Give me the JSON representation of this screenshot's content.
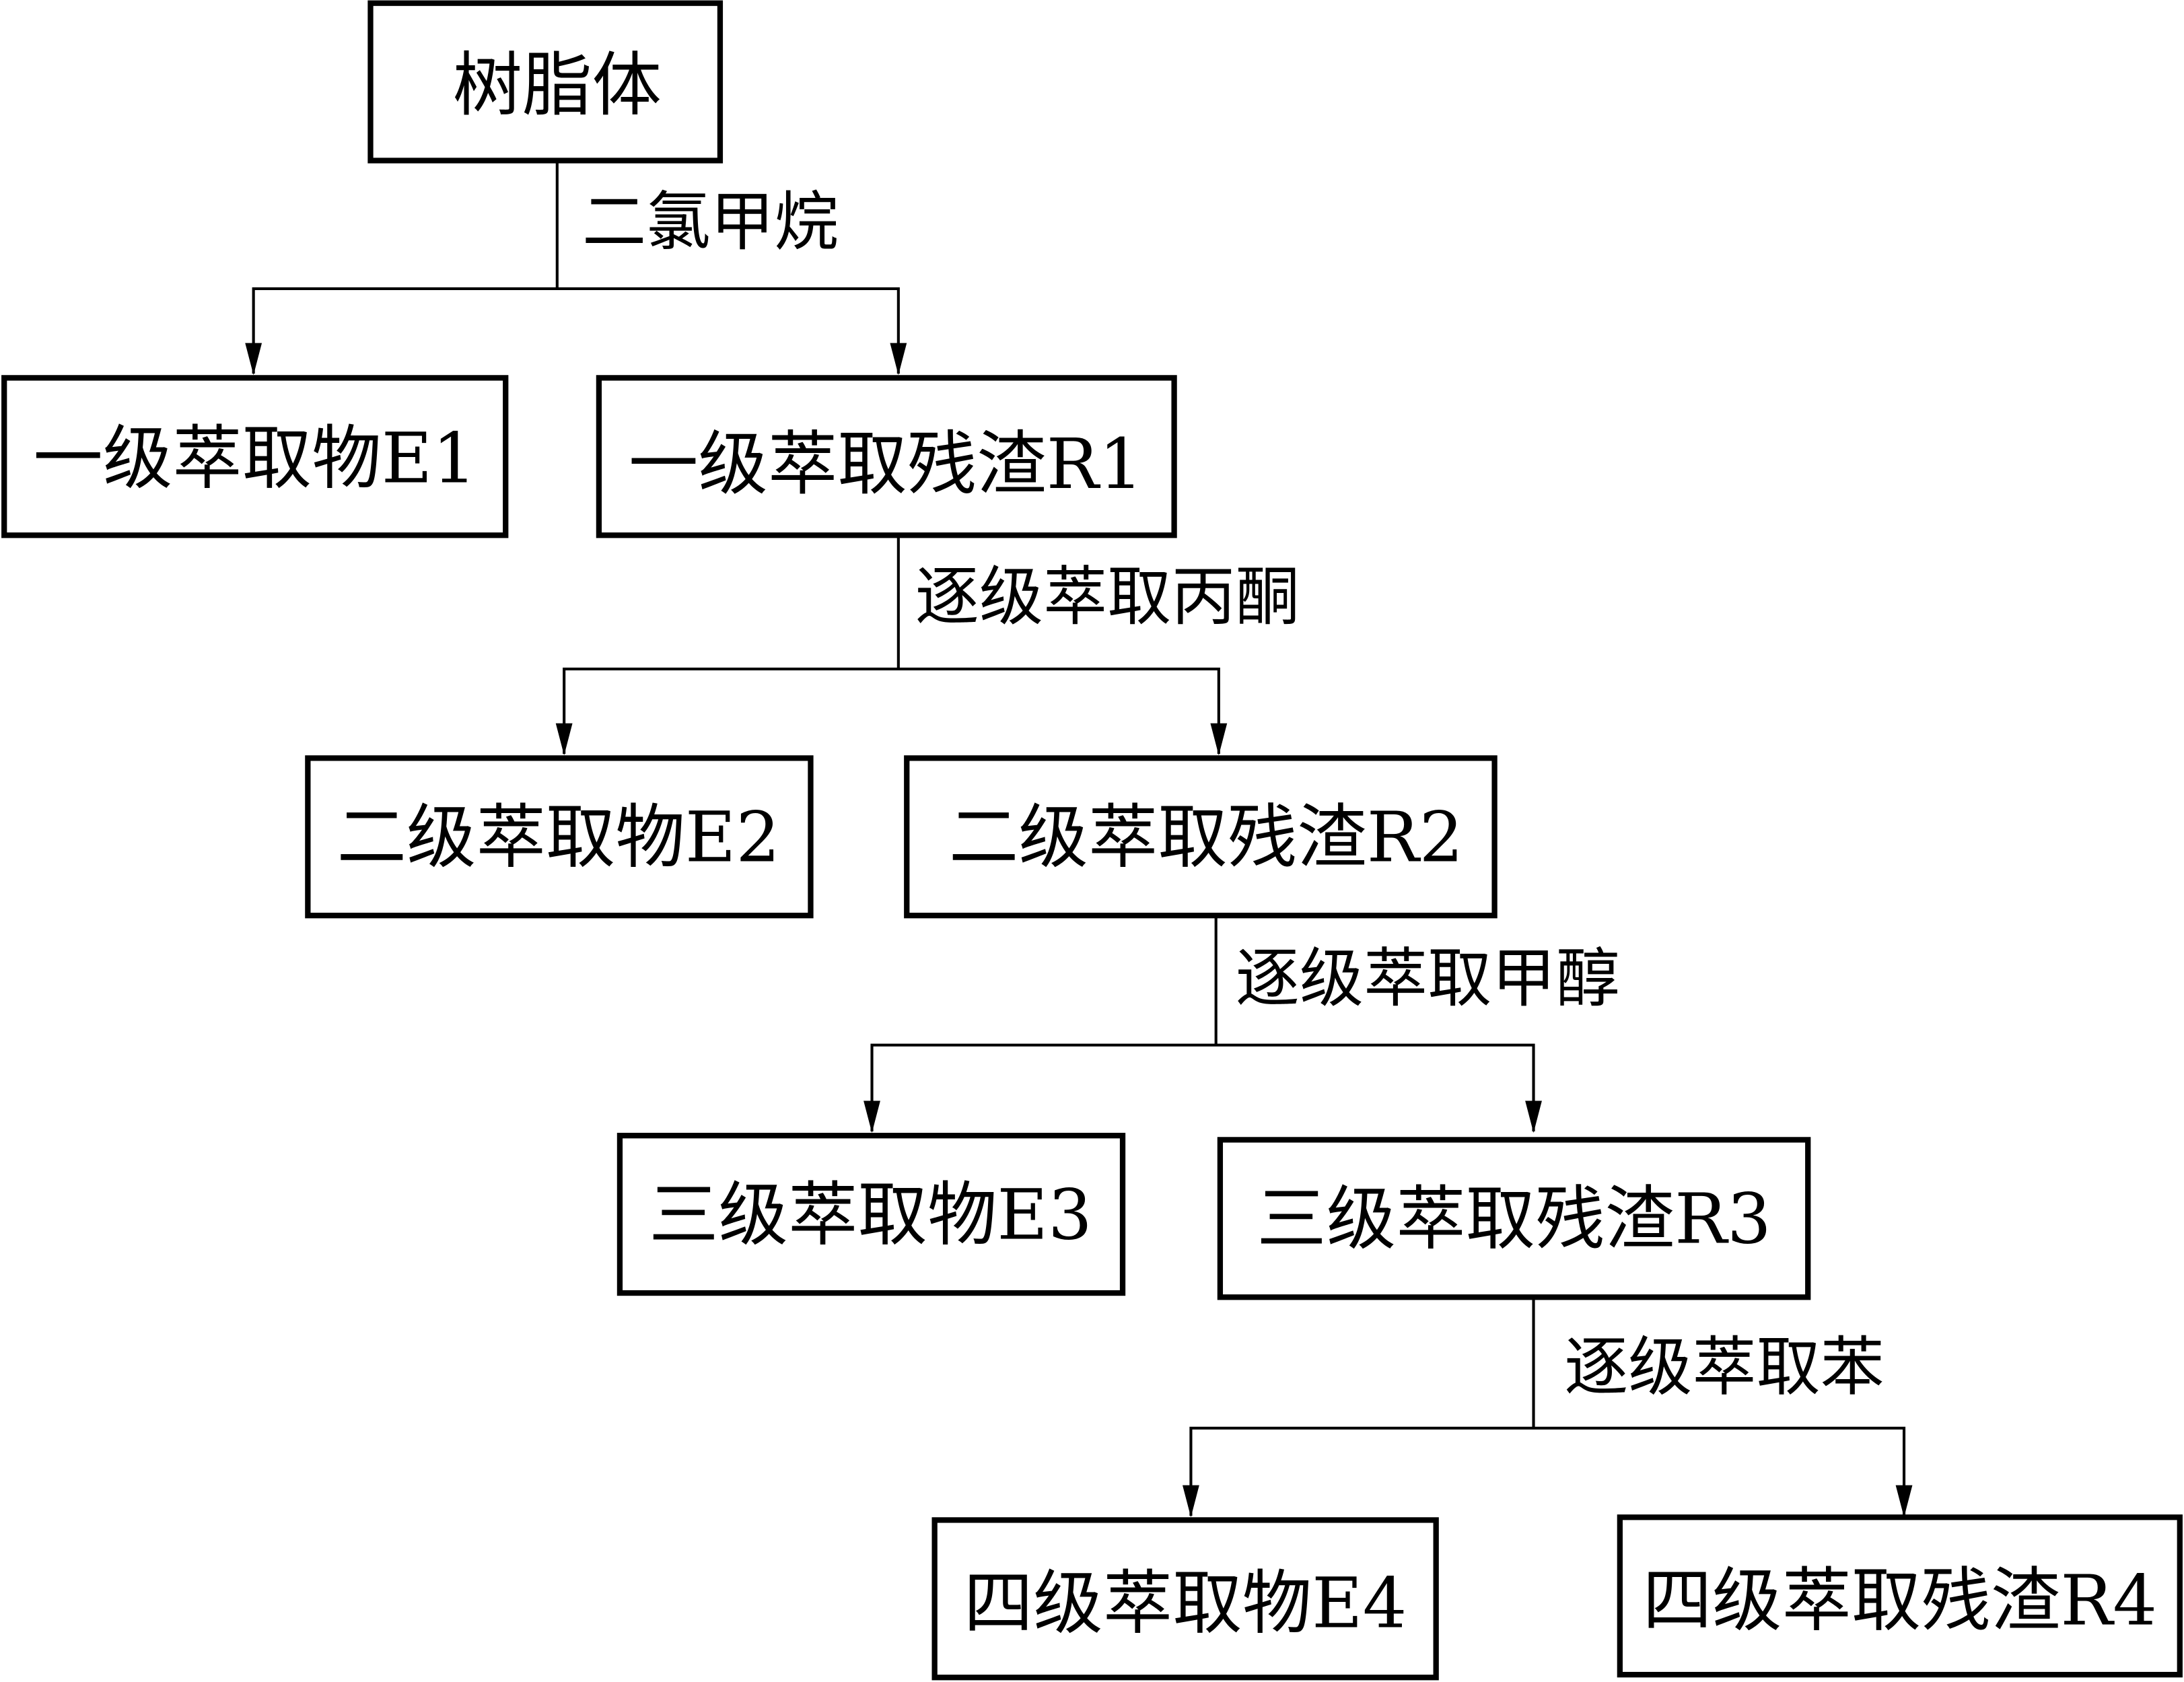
{
  "diagram": {
    "type": "flowchart",
    "nodes": [
      {
        "id": "root",
        "label": "树脂体"
      },
      {
        "id": "E1",
        "label": "一级萃取物E1"
      },
      {
        "id": "R1",
        "label": "一级萃取残渣R1"
      },
      {
        "id": "E2",
        "label": "二级萃取物E2"
      },
      {
        "id": "R2",
        "label": "二级萃取残渣R2"
      },
      {
        "id": "E3",
        "label": "三级萃取物E3"
      },
      {
        "id": "R3",
        "label": "三级萃取残渣R3"
      },
      {
        "id": "E4",
        "label": "四级萃取物E4"
      },
      {
        "id": "R4",
        "label": "四级萃取残渣R4"
      }
    ],
    "edges": [
      {
        "from": "root",
        "to": [
          "E1",
          "R1"
        ],
        "label": "二氯甲烷"
      },
      {
        "from": "R1",
        "to": [
          "E2",
          "R2"
        ],
        "label": "逐级萃取丙酮"
      },
      {
        "from": "R2",
        "to": [
          "E3",
          "R3"
        ],
        "label": "逐级萃取甲醇"
      },
      {
        "from": "R3",
        "to": [
          "E4",
          "R4"
        ],
        "label": "逐级萃取苯"
      }
    ]
  }
}
